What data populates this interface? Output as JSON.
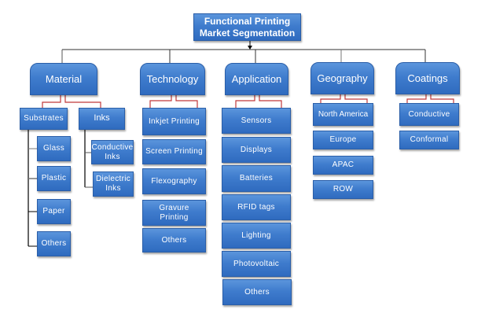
{
  "title": "Functional Printing Market Segmentation",
  "title_lines": [
    "Functional Printing",
    "Market Segmentation"
  ],
  "colors": {
    "box_fill": "#3f7ccd",
    "box_border": "#2a5ea8",
    "connector_red": "#c0393b",
    "connector_dark": "#000000",
    "text": "#ffffff"
  },
  "categories": [
    {
      "label": "Material",
      "groups": [
        {
          "label": "Substrates",
          "items": [
            "Glass",
            "Plastic",
            "Paper",
            "Others"
          ]
        },
        {
          "label": "Inks",
          "items": [
            "Conductive Inks",
            "Dielectric Inks"
          ]
        }
      ]
    },
    {
      "label": "Technology",
      "items": [
        "Inkjet Printing",
        "Screen Printing",
        "Flexography",
        "Gravure Printing",
        "Others"
      ]
    },
    {
      "label": "Application",
      "items": [
        "Sensors",
        "Displays",
        "Batteries",
        "RFID tags",
        "Lighting",
        "Photovoltaic",
        "Others"
      ]
    },
    {
      "label": "Geography",
      "items": [
        "North America",
        "Europe",
        "APAC",
        "ROW"
      ]
    },
    {
      "label": "Coatings",
      "items": [
        "Conductive",
        "Conformal"
      ]
    }
  ]
}
